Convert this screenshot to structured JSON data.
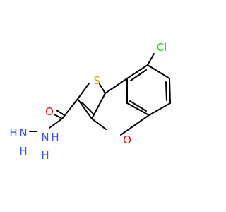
{
  "molecule": {
    "atoms": [
      {
        "label": "Cl",
        "color": "#1fd11f"
      },
      {
        "label": "S",
        "color": "#c9a300"
      },
      {
        "label": "O",
        "color": "#ff0000"
      },
      {
        "label": "O",
        "color": "#ff0000"
      },
      {
        "label": "H",
        "color": "#3050f8"
      },
      {
        "label": "N",
        "color": "#3050f8"
      },
      {
        "label": "H",
        "color": "#3050f8"
      },
      {
        "label": "N",
        "color": "#3050f8"
      },
      {
        "label": "H",
        "color": "#3050f8"
      },
      {
        "label": "H",
        "color": "#3050f8"
      }
    ]
  }
}
